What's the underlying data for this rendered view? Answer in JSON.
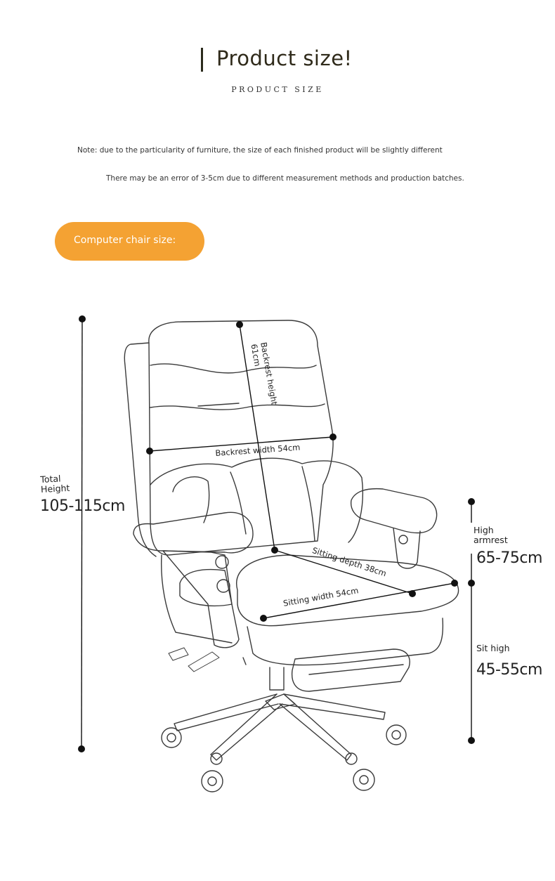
{
  "header": {
    "title": "Product size!",
    "subtitle": "PRODUCT SIZE"
  },
  "notes": {
    "line1": "Note: due to the particularity of furniture, the size of each finished product will be slightly different",
    "line2": "There may be an error of 3-5cm due to different measurement methods and production batches."
  },
  "section": {
    "badge_label": "Computer chair size:"
  },
  "dimensions": {
    "backrest_height_label": "Backrest height",
    "backrest_height_value": "61cm",
    "backrest_width": "Backrest width 54cm",
    "sitting_depth": "Sitting depth 38cm",
    "sitting_width": "Sitting width 54cm",
    "total_height_label_1": "Total",
    "total_height_label_2": "Height",
    "total_height_value": "105-115cm",
    "armrest_label_1": "High",
    "armrest_label_2": "armrest",
    "armrest_value": "65-75cm",
    "seat_label": "Sit high",
    "seat_value": "45-55cm"
  },
  "colors": {
    "accent": "#f4a233",
    "sketch": "#3a3a3a"
  }
}
